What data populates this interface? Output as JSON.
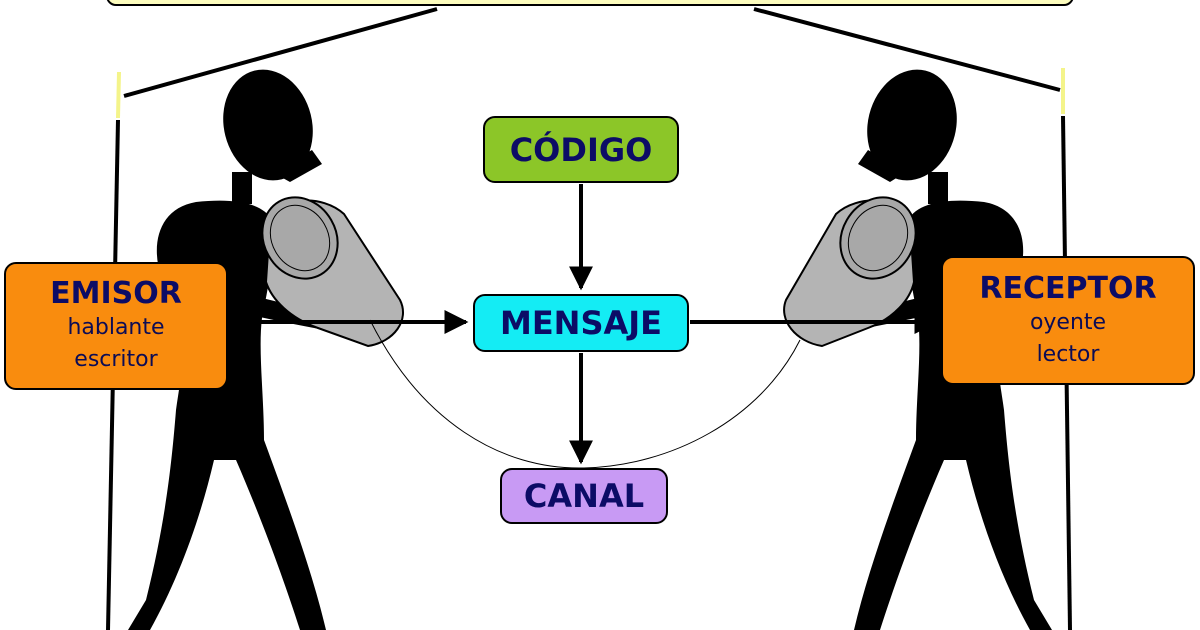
{
  "diagram": {
    "codigo": {
      "title": "CÓDIGO"
    },
    "mensaje": {
      "title": "MENSAJE"
    },
    "canal": {
      "title": "CANAL"
    },
    "emisor": {
      "title": "EMISOR",
      "lines": [
        "hablante",
        "escritor"
      ]
    },
    "receptor": {
      "title": "RECEPTOR",
      "lines": [
        "oyente",
        "lector"
      ]
    }
  },
  "colors": {
    "codigo": "#8cc628",
    "mensaje": "#14ecf4",
    "canal": "#c89af4",
    "emisor_receptor": "#f98c0e",
    "banner": "#fdfdbe",
    "text": "#0c0c66",
    "figure": "#000000",
    "can": "#b4b4b4"
  },
  "illustration": {
    "figures": [
      "person-silhouette-left",
      "person-silhouette-right"
    ],
    "device": "tin-can-telephone"
  }
}
